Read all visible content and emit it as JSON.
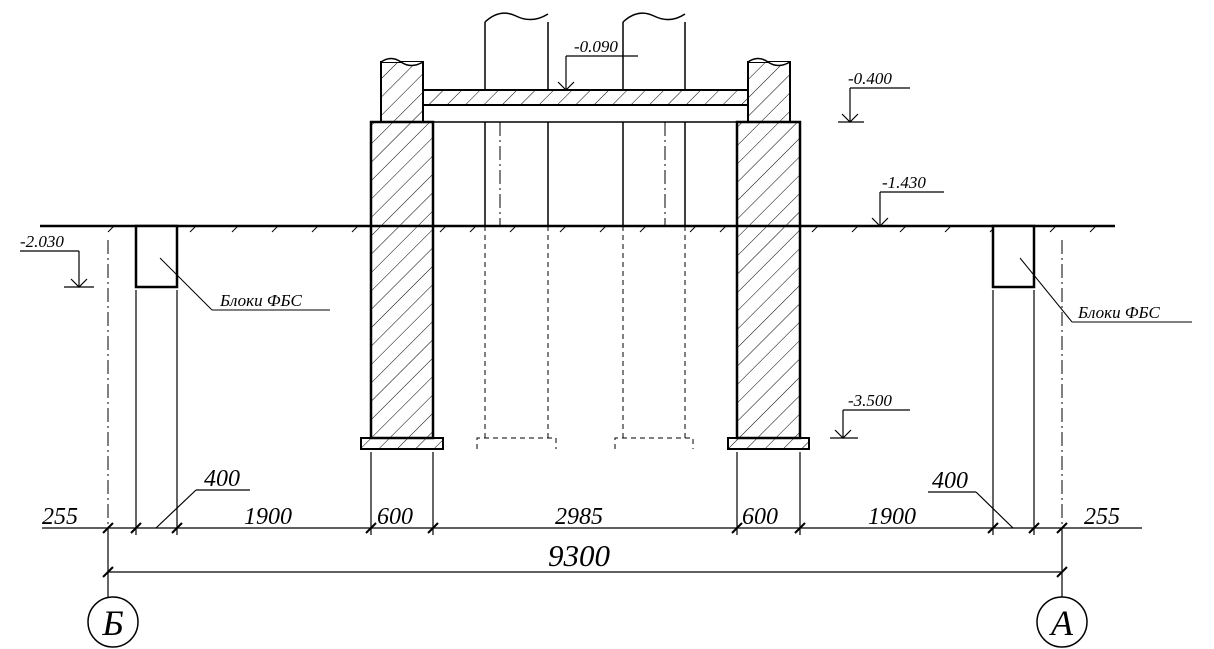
{
  "levels": {
    "slab_top": "-0.090",
    "floor": "-0.400",
    "ground": "-1.430",
    "fbs_bottom": "-2.030",
    "footing": "-3.500"
  },
  "notes": {
    "fbs_left": "Блоки ФБС",
    "fbs_right": "Блоки ФБС"
  },
  "dimensions": {
    "segments": [
      "255",
      "400",
      "1900",
      "600",
      "2985",
      "600",
      "1900",
      "400",
      "255"
    ],
    "total": "9300"
  },
  "axes": {
    "left": "Б",
    "right": "А"
  },
  "colors": {
    "line": "#000000",
    "background": "#ffffff"
  }
}
